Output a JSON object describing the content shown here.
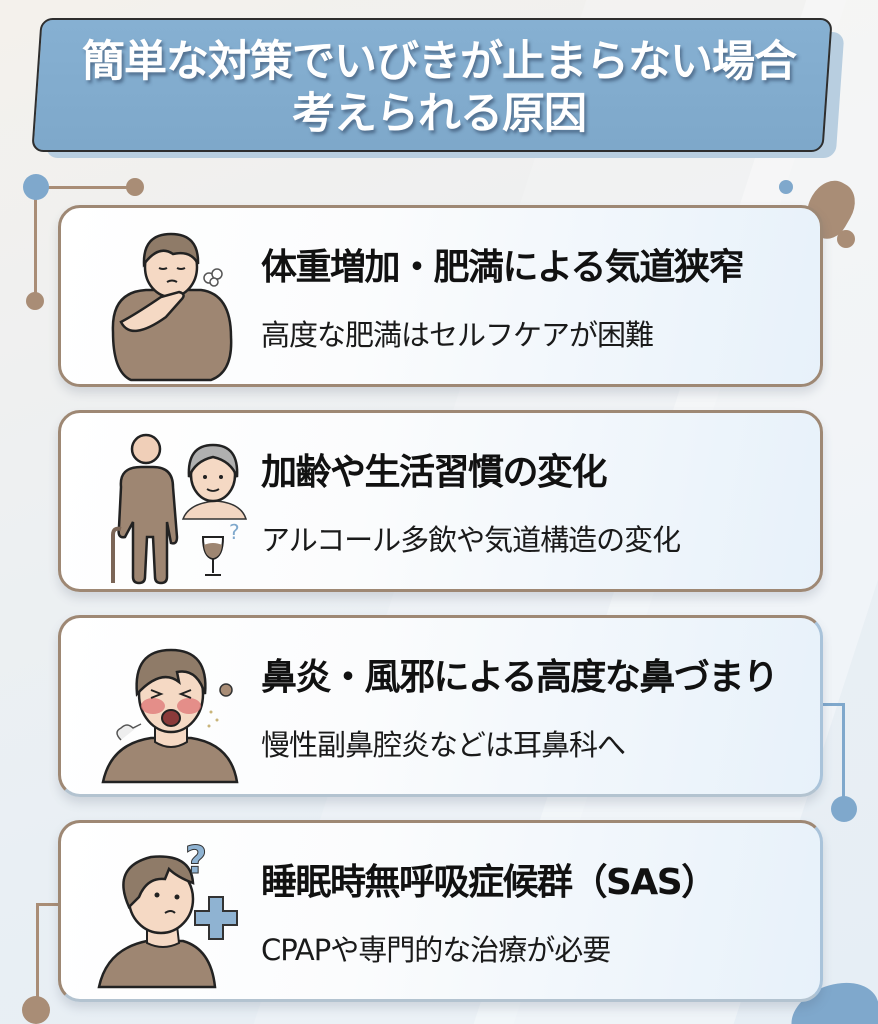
{
  "title": {
    "line1": "簡単な対策でいびきが止まらない場合",
    "line2": "考えられる原因"
  },
  "colors": {
    "banner_blue": "#7ea8ca",
    "accent_brown": "#a98d76",
    "accent_blue": "#7fa8cc",
    "heading_band": "#d9cbbd"
  },
  "causes": [
    {
      "heading": "体重増加・肥満による気道狭窄",
      "description": "高度な肥満はセルフケアが困難",
      "icon": "overweight-person-choking-icon"
    },
    {
      "heading": "加齢や生活習慣の変化",
      "description": "アルコール多飲や気道構造の変化",
      "icon": "elderly-person-wine-icon"
    },
    {
      "heading": "鼻炎・風邪による高度な鼻づまり",
      "description": "慢性副鼻腔炎などは耳鼻科へ",
      "icon": "sneezing-person-icon"
    },
    {
      "heading": "睡眠時無呼吸症候群（SAS）",
      "description": "CPAPや専門的な治療が必要",
      "icon": "person-question-medical-cross-icon"
    }
  ]
}
